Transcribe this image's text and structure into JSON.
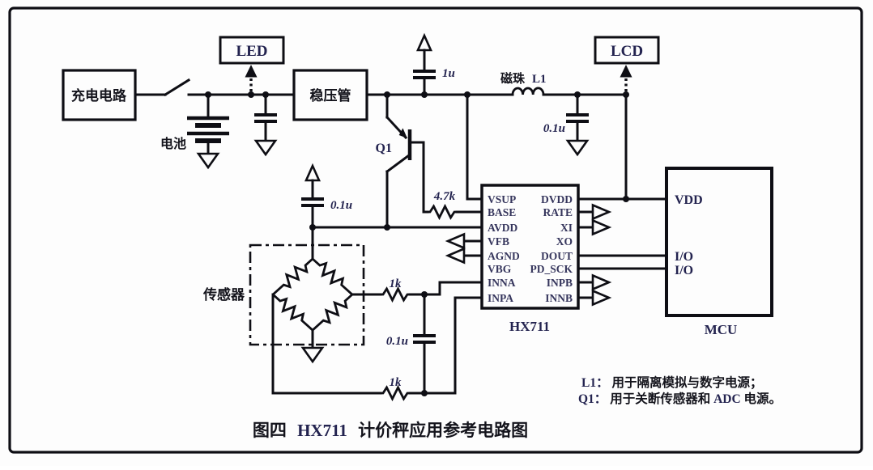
{
  "colors": {
    "ink": "#0e0e14",
    "accent": "#23234f"
  },
  "blocks": {
    "charger": "充电电路",
    "battery": "电池",
    "led": "LED",
    "regulator": "稳压管",
    "lcd": "LCD",
    "sensor": "传感器",
    "chip_name": "HX711",
    "mcu_name": "MCU"
  },
  "chip": {
    "left_pins": [
      "VSUP",
      "BASE",
      "AVDD",
      "VFB",
      "AGND",
      "VBG",
      "INNA",
      "INPA"
    ],
    "right_pins": [
      "DVDD",
      "RATE",
      "XI",
      "XO",
      "DOUT",
      "PD_SCK",
      "INPB",
      "INNB"
    ]
  },
  "mcu": {
    "pin_vdd": "VDD",
    "pin_io1": "I/O",
    "pin_io2": "I/O"
  },
  "values": {
    "q1": "Q1",
    "r_base": "4.7k",
    "c_1u": "1u",
    "bead_cn": "磁珠",
    "bead_en": "L1",
    "c_01u_dvdd": "0.1u",
    "c_01u_avdd": "0.1u",
    "r_inna": "1k",
    "c_01u_in": "0.1u",
    "r_inpa": "1k"
  },
  "notes": {
    "n1_ref": "L1：",
    "n1_text": "用于隔离模拟与数字电源；",
    "n2_ref": "Q1：",
    "n2_text_a": "用于关断传感器和",
    "n2_text_b": "ADC",
    "n2_text_c": "电源。"
  },
  "caption": {
    "part1": "图四",
    "part2": "HX711",
    "part3": "计价秤应用参考电路图"
  }
}
